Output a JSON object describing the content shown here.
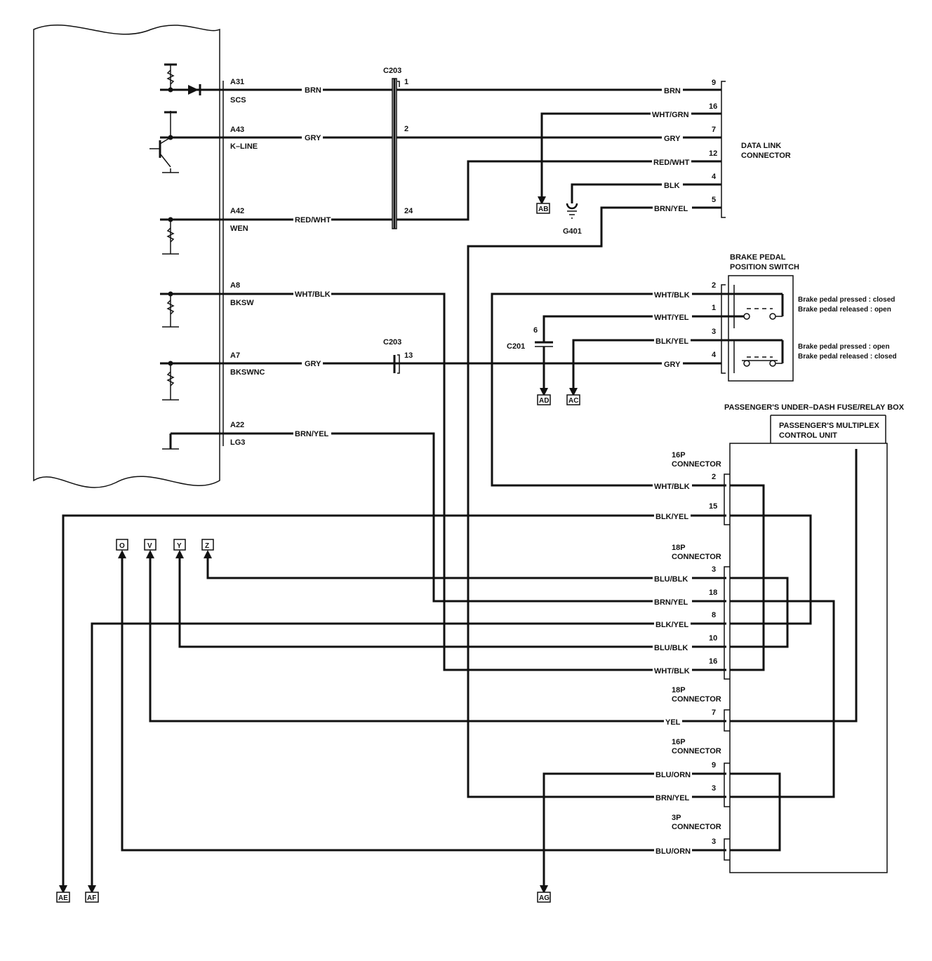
{
  "ecm": {
    "terminals": [
      {
        "pin": "A31",
        "name": "SCS"
      },
      {
        "pin": "A43",
        "name": "K–LINE"
      },
      {
        "pin": "A42",
        "name": "WEN"
      },
      {
        "pin": "A8",
        "name": "BKSW"
      },
      {
        "pin": "A7",
        "name": "BKSWNC"
      },
      {
        "pin": "A22",
        "name": "LG3"
      }
    ]
  },
  "wires_left": [
    "BRN",
    "GRY",
    "RED/WHT",
    "WHT/BLK",
    "GRY",
    "BRN/YEL"
  ],
  "c203": {
    "label": "C203",
    "pins": [
      "1",
      "2",
      "24"
    ],
    "label2": "C203",
    "pin2": "13"
  },
  "c201": {
    "label": "C201",
    "pin": "6"
  },
  "ground": {
    "label": "G401"
  },
  "dlc": {
    "label_line1": "DATA LINK",
    "label_line2": "CONNECTOR",
    "rows": [
      {
        "wire": "BRN",
        "pin": "9"
      },
      {
        "wire": "WHT/GRN",
        "pin": "16"
      },
      {
        "wire": "GRY",
        "pin": "7"
      },
      {
        "wire": "RED/WHT",
        "pin": "12"
      },
      {
        "wire": "BLK",
        "pin": "4"
      },
      {
        "wire": "BRN/YEL",
        "pin": "5"
      }
    ]
  },
  "brake_switch": {
    "title_line1": "BRAKE PEDAL",
    "title_line2": "POSITION SWITCH",
    "rows": [
      {
        "wire": "WHT/BLK",
        "pin": "2"
      },
      {
        "wire": "WHT/YEL",
        "pin": "1"
      },
      {
        "wire": "BLK/YEL",
        "pin": "3"
      },
      {
        "wire": "GRY",
        "pin": "4"
      }
    ],
    "note1_line1": "Brake pedal pressed : closed",
    "note1_line2": "Brake pedal released : open",
    "note2_line1": "Brake pedal pressed : open",
    "note2_line2": "Brake pedal released : closed"
  },
  "fuse_box": {
    "title": "PASSENGER'S UNDER–DASH FUSE/RELAY BOX",
    "unit_line1": "PASSENGER'S MULTIPLEX",
    "unit_line2": "CONTROL UNIT"
  },
  "connectors": [
    {
      "line1": "16P",
      "line2": "CONNECTOR",
      "rows": [
        {
          "wire": "WHT/BLK",
          "pin": "2"
        },
        {
          "wire": "BLK/YEL",
          "pin": "15"
        }
      ]
    },
    {
      "line1": "18P",
      "line2": "CONNECTOR",
      "rows": [
        {
          "wire": "BLU/BLK",
          "pin": "3"
        },
        {
          "wire": "BRN/YEL",
          "pin": "18"
        },
        {
          "wire": "BLK/YEL",
          "pin": "8"
        },
        {
          "wire": "BLU/BLK",
          "pin": "10"
        },
        {
          "wire": "WHT/BLK",
          "pin": "16"
        }
      ]
    },
    {
      "line1": "18P",
      "line2": "CONNECTOR",
      "rows": [
        {
          "wire": "YEL",
          "pin": "7"
        }
      ]
    },
    {
      "line1": "16P",
      "line2": "CONNECTOR",
      "rows": [
        {
          "wire": "BLU/ORN",
          "pin": "9"
        },
        {
          "wire": "BRN/YEL",
          "pin": "3"
        }
      ]
    },
    {
      "line1": "3P",
      "line2": "CONNECTOR",
      "rows": [
        {
          "wire": "BLU/ORN",
          "pin": "3"
        }
      ]
    }
  ],
  "tags": {
    "AB": "AB",
    "AD": "AD",
    "AC": "AC",
    "O": "O",
    "V": "V",
    "Y": "Y",
    "Z": "Z",
    "AE": "AE",
    "AF": "AF",
    "AG": "AG"
  }
}
